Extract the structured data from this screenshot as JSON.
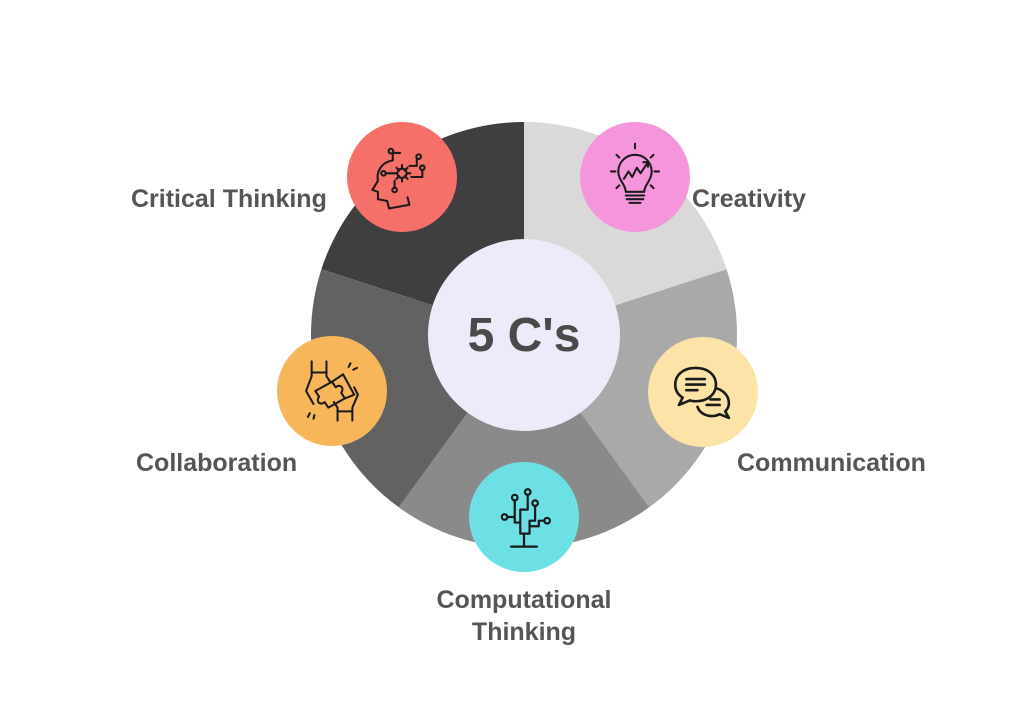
{
  "diagram": {
    "center_title": "5 C's",
    "segments": [
      {
        "label": "Critical Thinking",
        "segment_color": "#3f3f3f",
        "icon": "head-gear-circuit-icon",
        "icon_bg": "#f57068"
      },
      {
        "label": "Creativity",
        "segment_color": "#d9d9d9",
        "icon": "lightbulb-growth-icon",
        "icon_bg": "#f596dc"
      },
      {
        "label": "Communication",
        "segment_color": "#a9a9a9",
        "icon": "speech-bubbles-icon",
        "icon_bg": "#fce3a8"
      },
      {
        "label": "Computational",
        "label_line2": "Thinking",
        "segment_color": "#8a8a8a",
        "icon": "circuit-tree-icon",
        "icon_bg": "#6de0e6"
      },
      {
        "label": "Collaboration",
        "segment_color": "#626262",
        "icon": "puzzle-hands-icon",
        "icon_bg": "#f7b65a"
      }
    ]
  }
}
